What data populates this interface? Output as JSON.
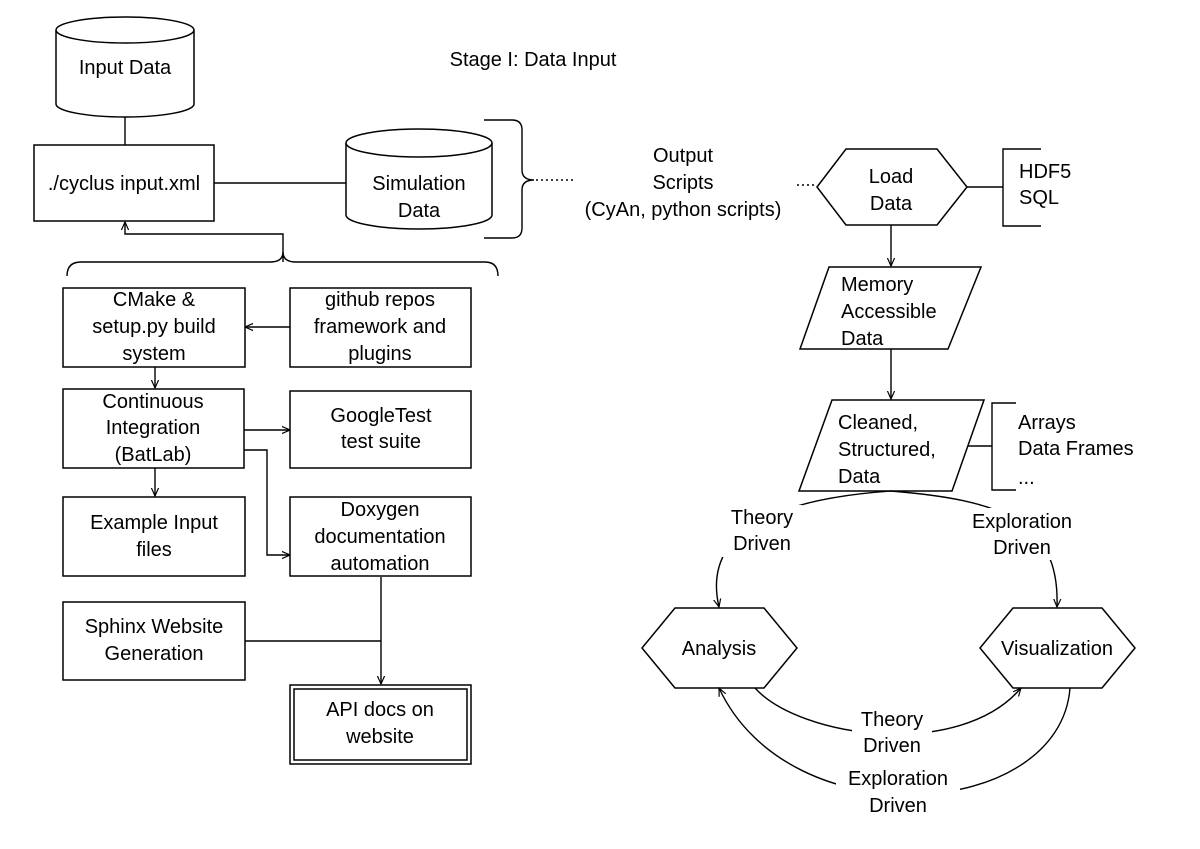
{
  "title": "Stage I: Data Input",
  "nodes": {
    "input_data": [
      "Input Data"
    ],
    "cyclus_cmd": [
      "./cyclus input.xml"
    ],
    "simulation_data": [
      "Simulation",
      "Data"
    ],
    "output_scripts": [
      "Output",
      "Scripts",
      "(CyAn, python scripts)"
    ],
    "load_data": [
      "Load",
      "Data"
    ],
    "formats": [
      "HDF5",
      "SQL"
    ],
    "memory_data": [
      "Memory",
      "Accessible",
      "Data"
    ],
    "cleaned_data": [
      "Cleaned,",
      "Structured,",
      "Data"
    ],
    "structures": [
      "Arrays",
      "Data Frames",
      "..."
    ],
    "cmake": [
      "CMake &",
      "setup.py build",
      "system"
    ],
    "github": [
      "github repos",
      "framework and",
      "plugins"
    ],
    "ci": [
      "Continuous",
      "Integration",
      "(BatLab)"
    ],
    "googletest": [
      "GoogleTest",
      "test suite"
    ],
    "example_input": [
      "Example Input",
      "files"
    ],
    "doxygen": [
      "Doxygen",
      "documentation",
      "automation"
    ],
    "sphinx": [
      "Sphinx Website",
      "Generation"
    ],
    "api_docs": [
      "API docs on",
      "website"
    ],
    "analysis": [
      "Analysis"
    ],
    "visualization": [
      "Visualization"
    ]
  },
  "edge_labels": {
    "theory_driven_left": [
      "Theory",
      "Driven"
    ],
    "exploration_driven_right": [
      "Exploration",
      "Driven"
    ],
    "theory_driven_bottom": [
      "Theory",
      "Driven"
    ],
    "exploration_driven_bottom": [
      "Exploration",
      "Driven"
    ]
  }
}
